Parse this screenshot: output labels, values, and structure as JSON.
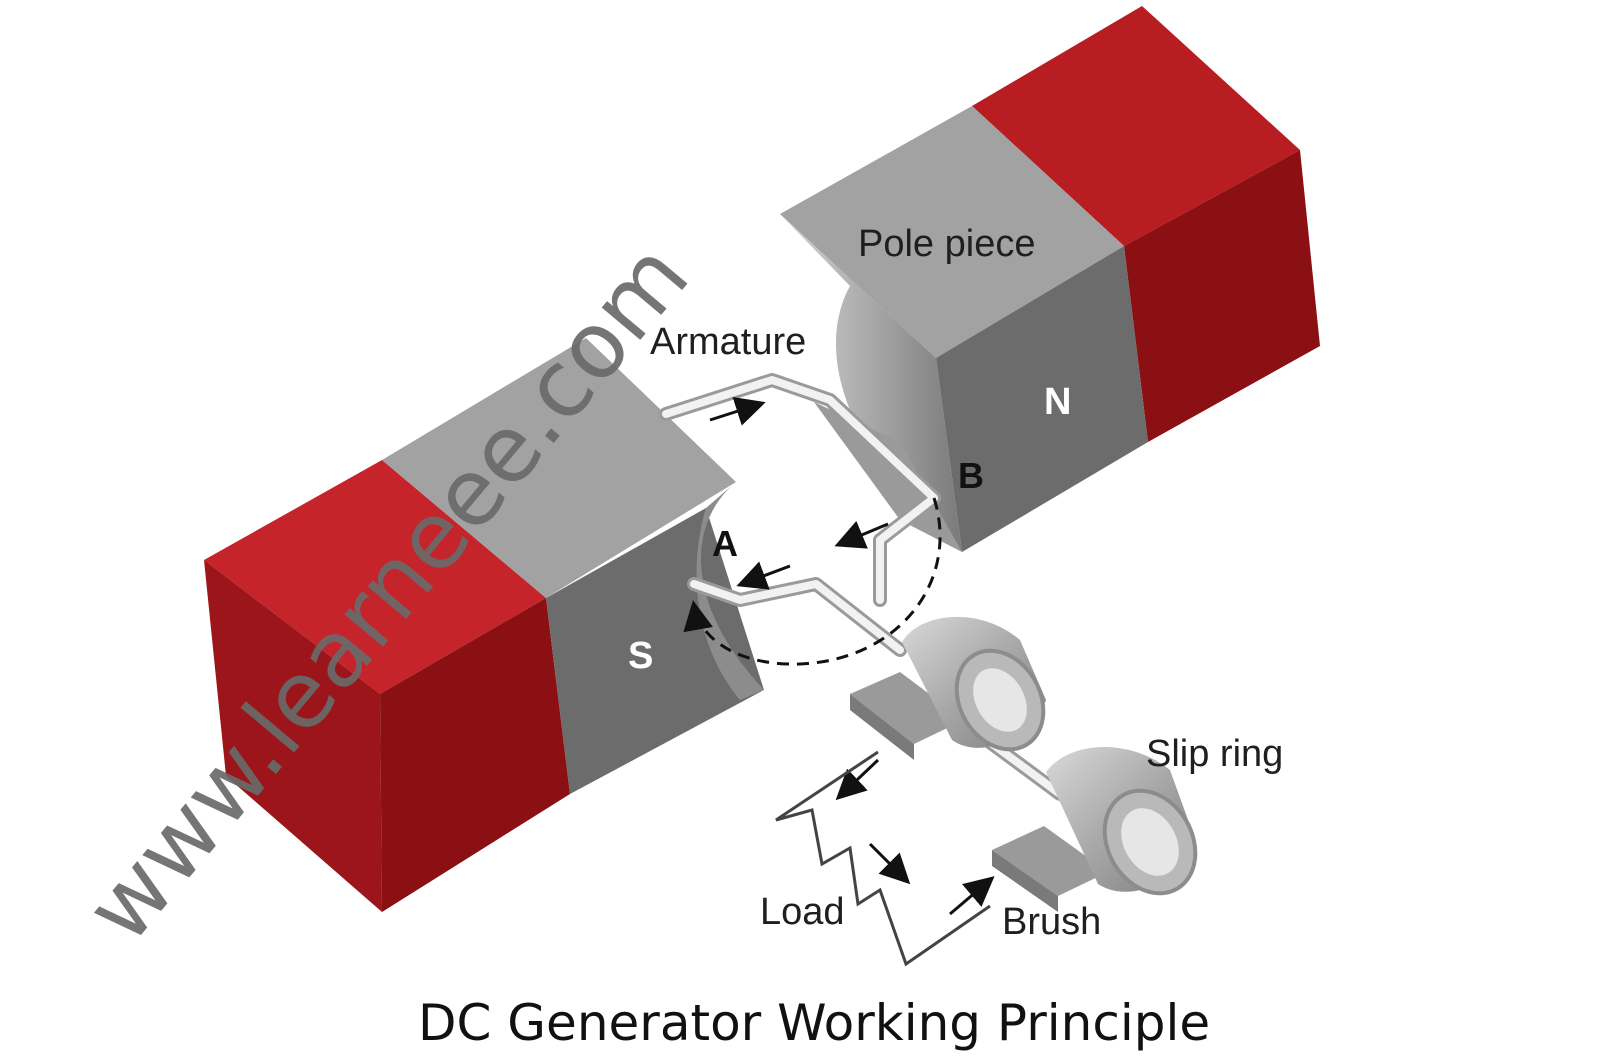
{
  "labels": {
    "pole_piece": "Pole piece",
    "armature": "Armature",
    "north": "N",
    "south": "S",
    "point_a": "A",
    "point_b": "B",
    "slip_ring": "Slip ring",
    "load": "Load",
    "brush": "Brush"
  },
  "caption": "DC Generator Working Principle",
  "watermark": "www.learneee.com",
  "colors": {
    "magnet_red": "#b81d22",
    "magnet_red_dark": "#8a1014",
    "pole_gray_light": "#a3a3a3",
    "pole_gray_mid": "#8a8a8a",
    "pole_gray_dark": "#6c6c6c",
    "background": "#ffffff"
  }
}
